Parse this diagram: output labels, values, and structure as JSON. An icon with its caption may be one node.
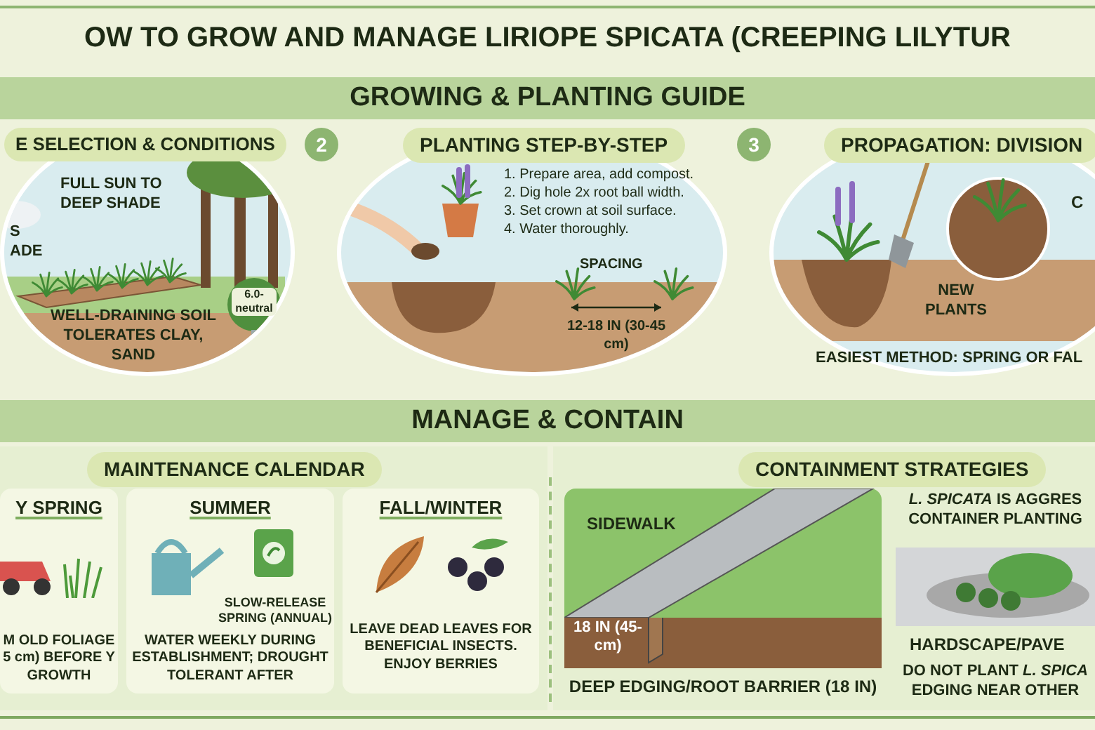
{
  "diagram": {
    "title": "OW TO GROW AND MANAGE LIRIOPE SPICATA (CREEPING LILYTUR",
    "nodes": [
      {
        "text": [
          "GROWING & PLANTING GUIDE"
        ]
      },
      {
        "text": [
          "E SELECTION & CONDITIONS",
          "FULL SUN TO DEEP SHADE",
          "S ADE",
          "WELL-DRAINING SOIL TOLERATES CLAY, SAND"
        ]
      },
      {
        "text": [
          "PLANTING STEP-BY-STEP",
          "1. Prepare area, add compost.",
          "2. Dig hole 2x root ball width.",
          "3. Set crown at soil surface.",
          "4. Water thoroughly.",
          "SPACING",
          "12-18 IN (30-45 cm)"
        ],
        "beside": [
          "2"
        ]
      },
      {
        "text": [
          "PROPAGATION: DIVISION",
          "C",
          "NEW PLANTS",
          "EASIEST METHOD: SPRING OR FAL"
        ],
        "beside": [
          "3"
        ]
      },
      {
        "text": [
          "MANAGE & CONTAIN"
        ]
      },
      {
        "text": [
          "MAINTENANCE CALENDAR"
        ]
      },
      {
        "text": [
          "Y SPRING",
          "M OLD FOLIAGE 5 cm) BEFORE Y GROWTH"
        ],
        "in": 5
      },
      {
        "text": [
          "SUMMER",
          "SLOW-RELEASE SPRING (ANNUAL)",
          "WATER WEEKLY DURING ESTABLISHMENT; DROUGHT TOLERANT AFTER"
        ],
        "in": 5
      },
      {
        "text": [
          "FALL/WINTER",
          "LEAVE DEAD LEAVES FOR BENEFICIAL INSECTS. ENJOY BERRIES"
        ],
        "in": 5
      },
      {
        "text": [
          "CONTAINMENT STRATEGIES"
        ]
      },
      {
        "text": [
          "SIDEWALK",
          "18 IN (45-cm)"
        ],
        "beside": [
          "DEEP EDGING/ROOT BARRIER (18 IN)"
        ],
        "in": 9
      },
      {
        "text": [
          "*L. SPICATA* IS AGGRES CONTAINER PLANTING",
          "HARDSCAPE/PAVE",
          "DO NOT PLANT *L. SPICA* EDGING NEAR OTHER"
        ],
        "in": 9
      }
    ],
    "labels": [
      "6.0- neutral"
    ]
  }
}
